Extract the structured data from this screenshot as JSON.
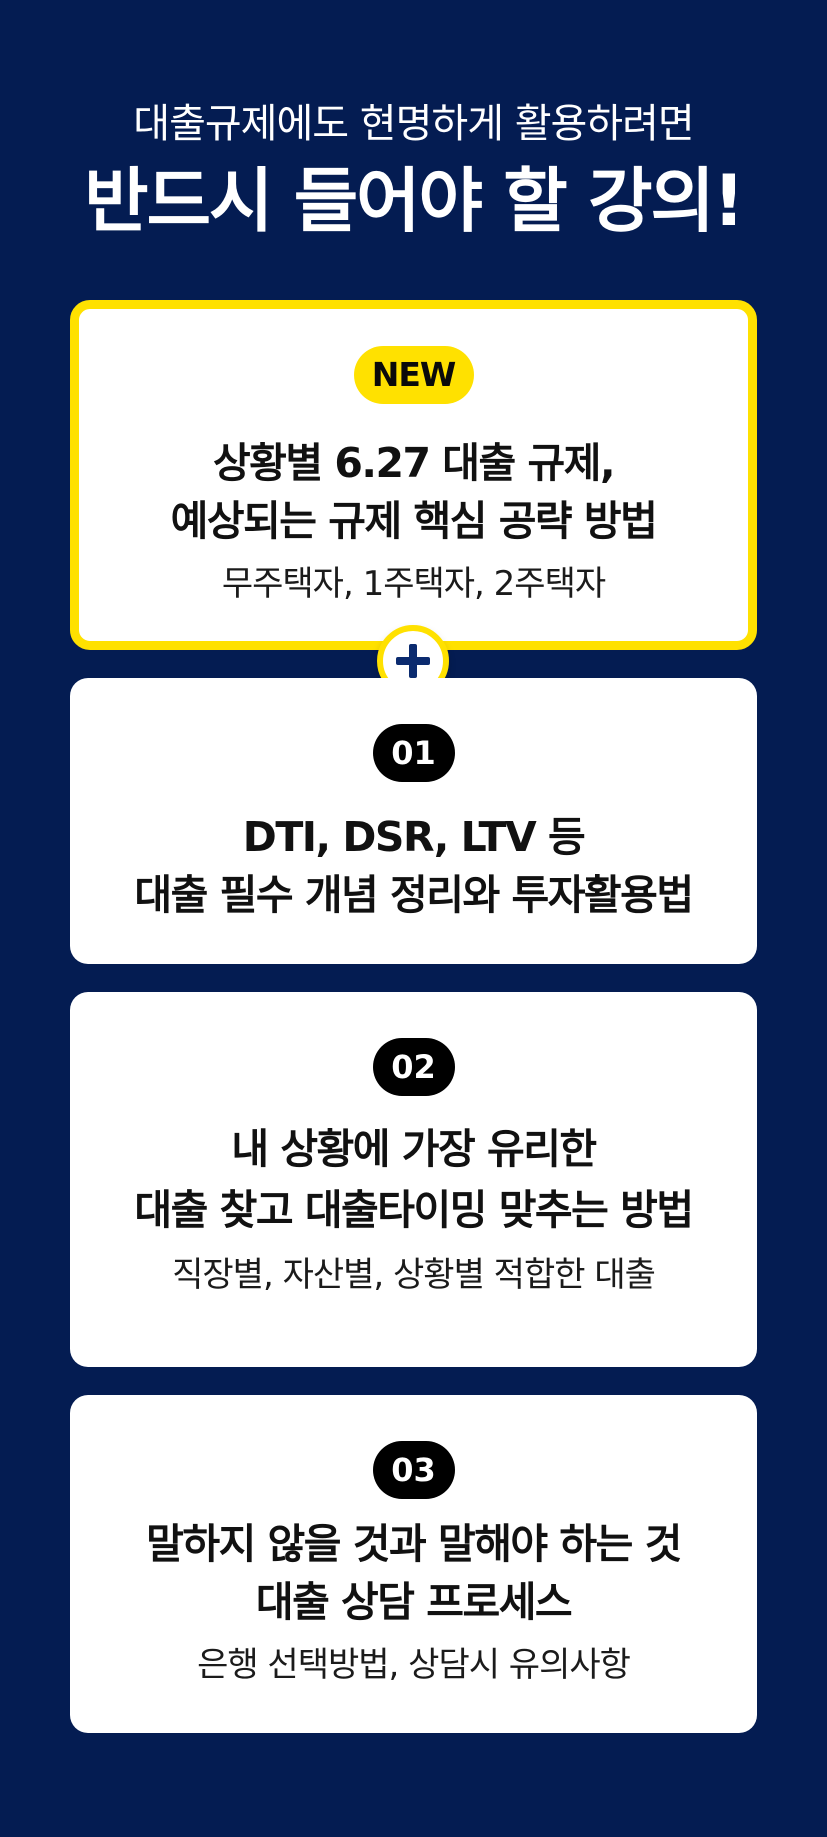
{
  "header": {
    "subtitle": "대출규제에도 현명하게 활용하려면",
    "title": "반드시 들어야 할 강의!"
  },
  "featured": {
    "badge": "NEW",
    "title_line1": "상황별 6.27 대출 규제,",
    "title_line2": "예상되는 규제 핵심 공략 방법",
    "subtitle": "무주택자, 1주택자, 2주택자"
  },
  "lectures": [
    {
      "number": "01",
      "title_line1": "DTI, DSR, LTV 등",
      "title_line2": "대출 필수 개념 정리와 투자활용법"
    },
    {
      "number": "02",
      "title_line1": "내 상황에 가장 유리한",
      "title_line2": "대출 찾고 대출타이밍 맞추는 방법",
      "subtitle": "직장별, 자산별, 상황별 적합한 대출"
    },
    {
      "number": "03",
      "title_line1": "말하지 않을 것과 말해야 하는 것",
      "title_line2": "대출 상담 프로세스",
      "subtitle": "은행 선택방법, 상담시 유의사항"
    }
  ],
  "icons": {
    "connector": "plus-icon"
  },
  "colors": {
    "background": "#041c52",
    "accent": "#ffe100",
    "card": "#ffffff",
    "badge_dark": "#000000"
  }
}
